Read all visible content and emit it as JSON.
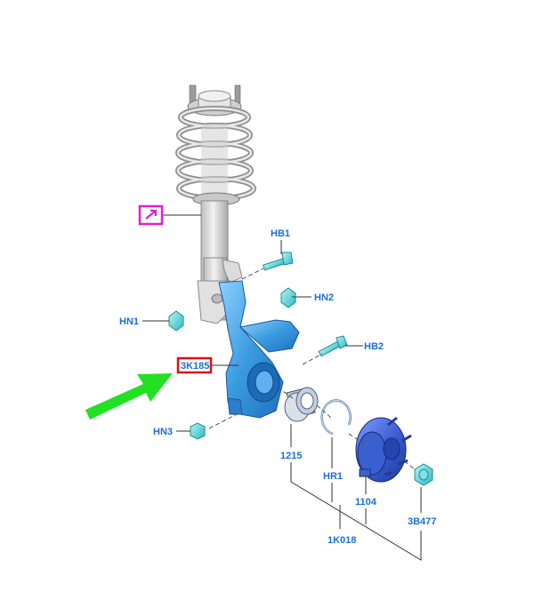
{
  "labels": {
    "hb1": "HB1",
    "hn2": "HN2",
    "hn1": "HN1",
    "hb2": "HB2",
    "knuckle": "3K185",
    "hn3": "HN3",
    "bearing": "1215",
    "circlip": "HR1",
    "hub": "1104",
    "nut": "3B477",
    "kit": "1K018"
  },
  "colors": {
    "label_text": "#1b6fd6",
    "part_blue": "#2e8bd8",
    "part_cyan": "#3fd0d6",
    "hub_blue": "#2f5ec9",
    "strut_grey": "#d9d9d9",
    "highlight_magenta": "#e020d0",
    "highlight_red": "#e01010",
    "arrow_green": "#22e022"
  },
  "icons": {
    "strut_marker": "external-link-icon",
    "pointer": "green-arrow-icon"
  }
}
